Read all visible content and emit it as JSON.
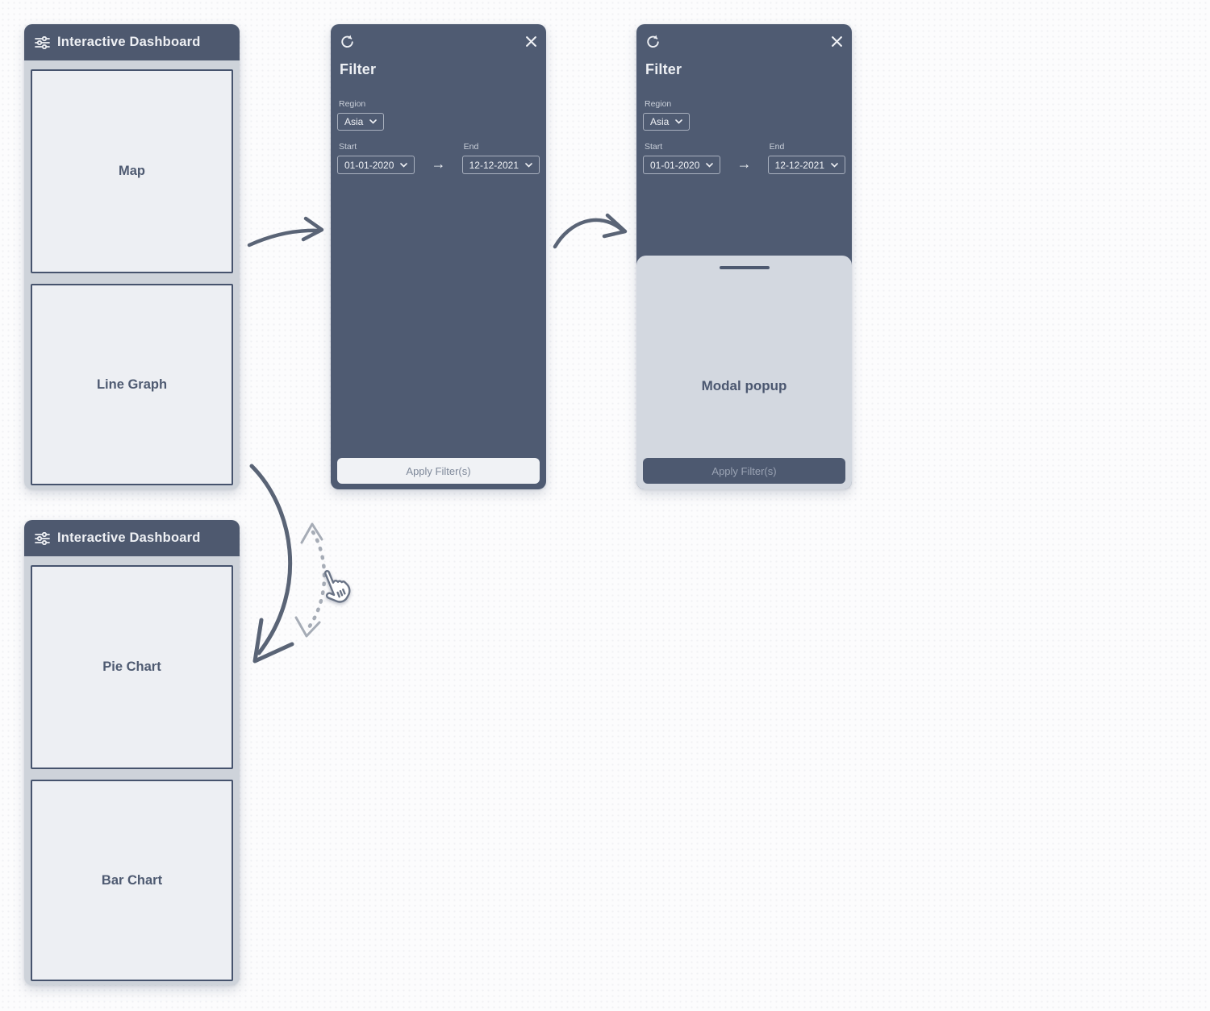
{
  "colors": {
    "dark_slate": "#4e596f",
    "filter_panel_bg": "#4f5b72",
    "dashboard_bg": "#ced3da",
    "widget_bg": "#edeff3",
    "widget_border": "#46536d",
    "modal_bg": "#d3d8e0",
    "light_button_bg": "#f0f2f5",
    "light_button_text": "#7e8899",
    "dark_button_bg": "#4d5970",
    "dark_button_text": "#99a2b3",
    "arrow": "#5a6476",
    "dashed_arrow": "#a6acb6"
  },
  "dashboard_top": {
    "title": "Interactive Dashboard",
    "widgets": [
      {
        "label": "Map"
      },
      {
        "label": "Line Graph"
      }
    ]
  },
  "dashboard_bottom": {
    "title": "Interactive Dashboard",
    "widgets": [
      {
        "label": "Pie Chart"
      },
      {
        "label": "Bar Chart"
      }
    ]
  },
  "filter_panel": {
    "title": "Filter",
    "region": {
      "label": "Region",
      "value": "Asia"
    },
    "date_range": {
      "start_label": "Start",
      "start_value": "01-01-2020",
      "end_label": "End",
      "end_value": "12-12-2021",
      "arrow": "→"
    },
    "apply_button": "Apply Filter(s)"
  },
  "modal": {
    "title": "Modal popup",
    "apply_button": "Apply Filter(s)"
  }
}
